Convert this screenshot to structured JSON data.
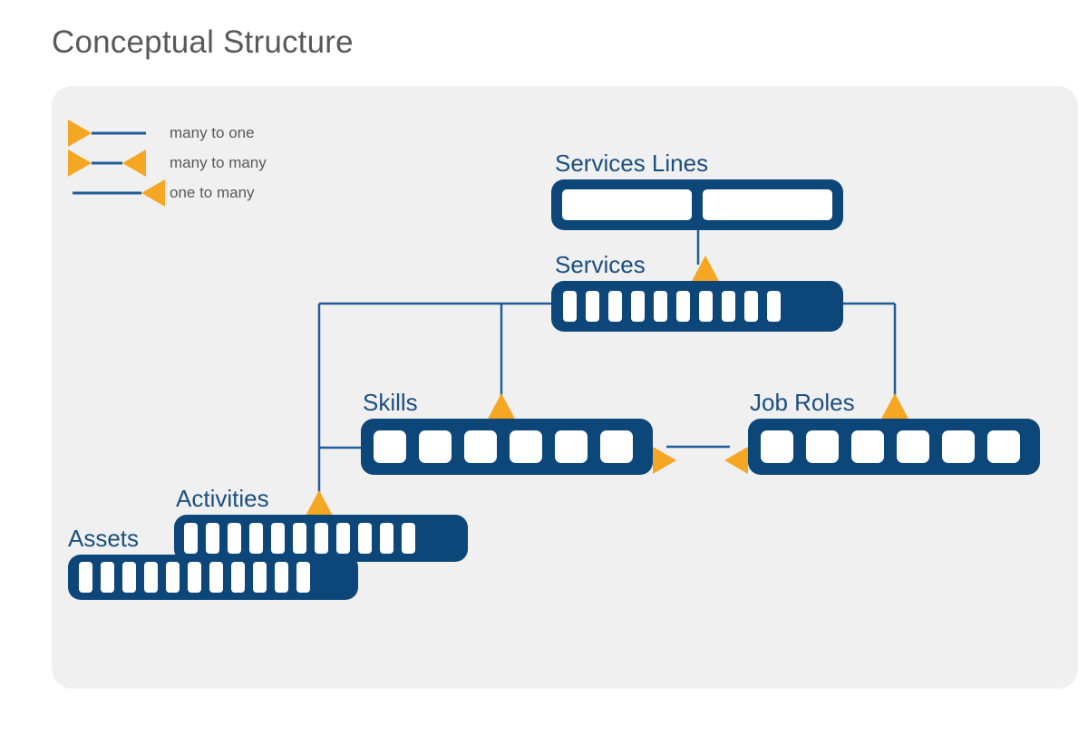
{
  "page": {
    "title": "Conceptual Structure",
    "title_color": "#595959",
    "panel_bg": "#f0f0f0",
    "node_color": "#0d4679",
    "accent_color": "#f5a623",
    "line_color": "#1f5c99",
    "label_color": "#1b4f80"
  },
  "legend": {
    "name": "relationship-legend",
    "items": [
      {
        "label": "many to one",
        "left_marker": "triangle-right",
        "right_marker": "none"
      },
      {
        "label": "many to many",
        "left_marker": "triangle-right",
        "right_marker": "triangle-left"
      },
      {
        "label": "one to many",
        "left_marker": "none",
        "right_marker": "triangle-left"
      }
    ]
  },
  "nodes": [
    {
      "id": "services-lines",
      "label": "Services Lines",
      "slots": 2,
      "slot_style": "wide"
    },
    {
      "id": "services",
      "label": "Services",
      "slots": 10,
      "slot_style": "narrow"
    },
    {
      "id": "skills",
      "label": "Skills",
      "slots": 6,
      "slot_style": "square"
    },
    {
      "id": "job-roles",
      "label": "Job Roles",
      "slots": 6,
      "slot_style": "square"
    },
    {
      "id": "activities",
      "label": "Activities",
      "slots": 11,
      "slot_style": "narrow"
    },
    {
      "id": "assets",
      "label": "Assets",
      "slots": 11,
      "slot_style": "narrow"
    }
  ],
  "connections": [
    {
      "from": "services-lines",
      "to": "services",
      "type": "one to many"
    },
    {
      "from": "services",
      "to": "skills",
      "type": "one to many"
    },
    {
      "from": "services",
      "to": "activities",
      "type": "one to many"
    },
    {
      "from": "services",
      "to": "job-roles",
      "type": "one to many"
    },
    {
      "from": "skills",
      "to": "job-roles",
      "type": "many to many"
    }
  ]
}
